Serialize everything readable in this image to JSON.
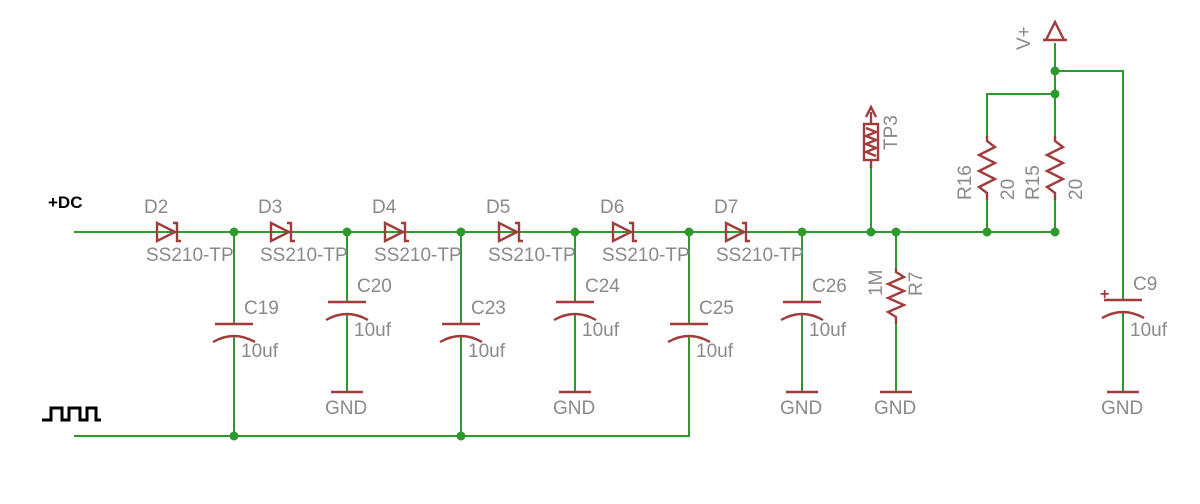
{
  "schematic": {
    "dc_input": "+DC",
    "vplus": "V+",
    "diodes": [
      {
        "ref": "D2",
        "value": "SS210-TP"
      },
      {
        "ref": "D3",
        "value": "SS210-TP"
      },
      {
        "ref": "D4",
        "value": "SS210-TP"
      },
      {
        "ref": "D5",
        "value": "SS210-TP"
      },
      {
        "ref": "D6",
        "value": "SS210-TP"
      },
      {
        "ref": "D7",
        "value": "SS210-TP"
      }
    ],
    "capacitors": [
      {
        "ref": "C19",
        "value": "10uf"
      },
      {
        "ref": "C20",
        "value": "10uf",
        "gnd": "GND"
      },
      {
        "ref": "C23",
        "value": "10uf"
      },
      {
        "ref": "C24",
        "value": "10uf",
        "gnd": "GND"
      },
      {
        "ref": "C25",
        "value": "10uf"
      },
      {
        "ref": "C26",
        "value": "10uf",
        "gnd": "GND"
      }
    ],
    "r7": {
      "ref": "R7",
      "value": "1M",
      "gnd": "GND"
    },
    "r16": {
      "ref": "R16",
      "value": "20"
    },
    "r15": {
      "ref": "R15",
      "value": "20"
    },
    "tp3": {
      "ref": "TP3"
    },
    "c9": {
      "ref": "C9",
      "value": "10uf",
      "polarity": "+",
      "gnd": "GND"
    },
    "colors": {
      "wire": "#2e9a2e",
      "part": "#a03c3c",
      "label": "#8a8a8a"
    }
  }
}
